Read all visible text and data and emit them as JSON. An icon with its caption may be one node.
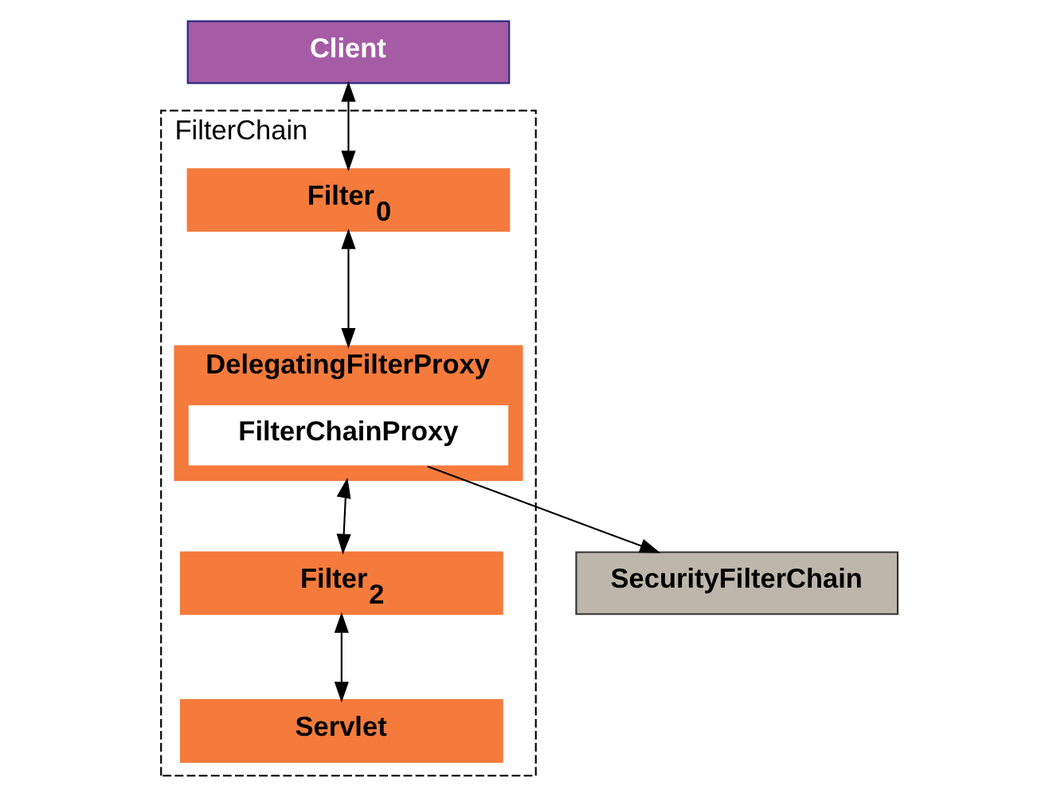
{
  "diagram": {
    "nodes": [
      {
        "text": [
          "Client"
        ]
      },
      {
        "text": [
          "FilterChain"
        ]
      },
      {
        "text": [
          "Filter$_{0}$"
        ],
        "in": 1
      },
      {
        "text": [
          "DelegatingFilterProxy"
        ],
        "in": 1
      },
      {
        "text": [
          "FilterChainProxy"
        ],
        "in": 3
      },
      {
        "text": [
          "Filter$_{2}$"
        ],
        "in": 1
      },
      {
        "text": [
          "Servlet"
        ],
        "in": 1
      },
      {
        "text": [
          "SecurityFilterChain"
        ]
      }
    ],
    "edges": [
      {
        "from": 0,
        "to": 2,
        "arrow": "both"
      },
      {
        "from": 2,
        "to": 3,
        "arrow": "both"
      },
      {
        "from": 3,
        "to": 5,
        "arrow": "both"
      },
      {
        "from": 5,
        "to": 6,
        "arrow": "both"
      },
      {
        "from": 4,
        "to": 7,
        "arrow": "to"
      }
    ]
  }
}
